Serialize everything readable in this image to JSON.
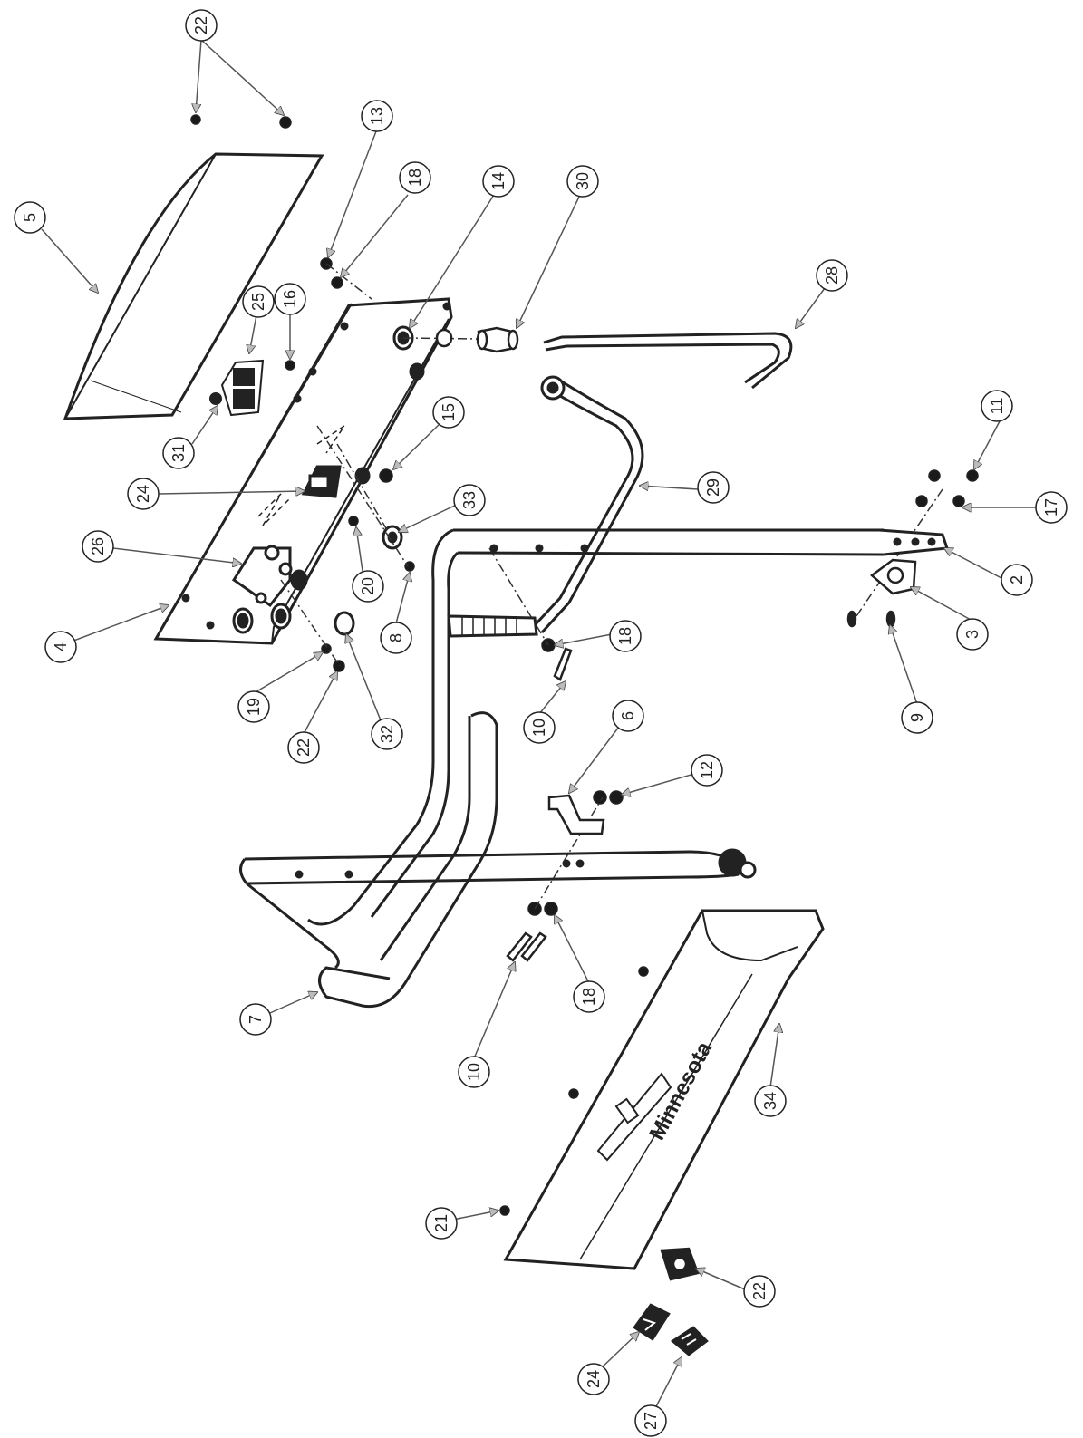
{
  "diagram": {
    "brand_text": "Minnesota",
    "colors": {
      "line": "#222222",
      "fill": "#ffffff",
      "shade": "#e8e8e8",
      "dark": "#1a1a1a"
    },
    "callouts": [
      {
        "id": "c22a",
        "label": "22"
      },
      {
        "id": "c5",
        "label": "5"
      },
      {
        "id": "c13",
        "label": "13"
      },
      {
        "id": "c18a",
        "label": "18"
      },
      {
        "id": "c14",
        "label": "14"
      },
      {
        "id": "c30",
        "label": "30"
      },
      {
        "id": "c28",
        "label": "28"
      },
      {
        "id": "c25",
        "label": "25"
      },
      {
        "id": "c16",
        "label": "16"
      },
      {
        "id": "c31",
        "label": "31"
      },
      {
        "id": "c15",
        "label": "15"
      },
      {
        "id": "c24a",
        "label": "24"
      },
      {
        "id": "c29",
        "label": "29"
      },
      {
        "id": "c11",
        "label": "11"
      },
      {
        "id": "c17",
        "label": "17"
      },
      {
        "id": "c33",
        "label": "33"
      },
      {
        "id": "c26",
        "label": "26"
      },
      {
        "id": "c20",
        "label": "20"
      },
      {
        "id": "c2",
        "label": "2"
      },
      {
        "id": "c4",
        "label": "4"
      },
      {
        "id": "c8",
        "label": "8"
      },
      {
        "id": "c3",
        "label": "3"
      },
      {
        "id": "c18b",
        "label": "18"
      },
      {
        "id": "c19",
        "label": "19"
      },
      {
        "id": "c9",
        "label": "9"
      },
      {
        "id": "c22b",
        "label": "22"
      },
      {
        "id": "c32",
        "label": "32"
      },
      {
        "id": "c10a",
        "label": "10"
      },
      {
        "id": "c6",
        "label": "6"
      },
      {
        "id": "c12",
        "label": "12"
      },
      {
        "id": "c18c",
        "label": "18"
      },
      {
        "id": "c7",
        "label": "7"
      },
      {
        "id": "c10b",
        "label": "10"
      },
      {
        "id": "c34",
        "label": "34"
      },
      {
        "id": "c21",
        "label": "21"
      },
      {
        "id": "c22c",
        "label": "22"
      },
      {
        "id": "c24b",
        "label": "24"
      },
      {
        "id": "c27",
        "label": "27"
      }
    ]
  }
}
